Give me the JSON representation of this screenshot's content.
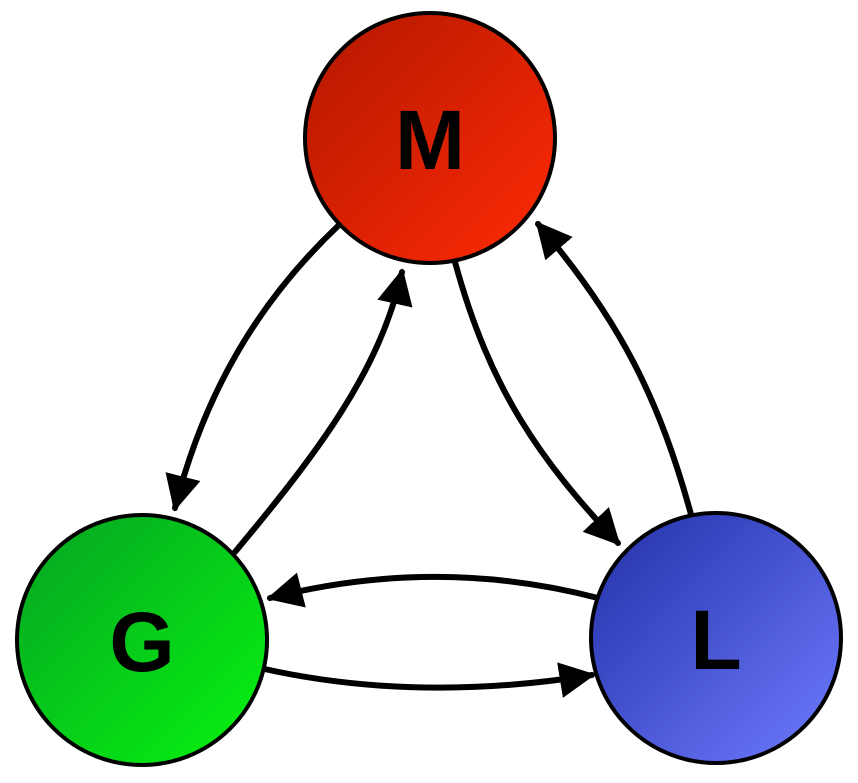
{
  "diagram": {
    "nodes": [
      {
        "id": "M",
        "label": "M",
        "color_light": "#ff2a05",
        "color_dark": "#b21800"
      },
      {
        "id": "G",
        "label": "G",
        "color_light": "#06f50f",
        "color_dark": "#06a324"
      },
      {
        "id": "L",
        "label": "L",
        "color_light": "#6f7bff",
        "color_dark": "#2230a8"
      }
    ],
    "edges": [
      {
        "from": "M",
        "to": "G"
      },
      {
        "from": "G",
        "to": "M"
      },
      {
        "from": "M",
        "to": "L"
      },
      {
        "from": "L",
        "to": "M"
      },
      {
        "from": "L",
        "to": "G"
      },
      {
        "from": "G",
        "to": "L"
      }
    ]
  }
}
